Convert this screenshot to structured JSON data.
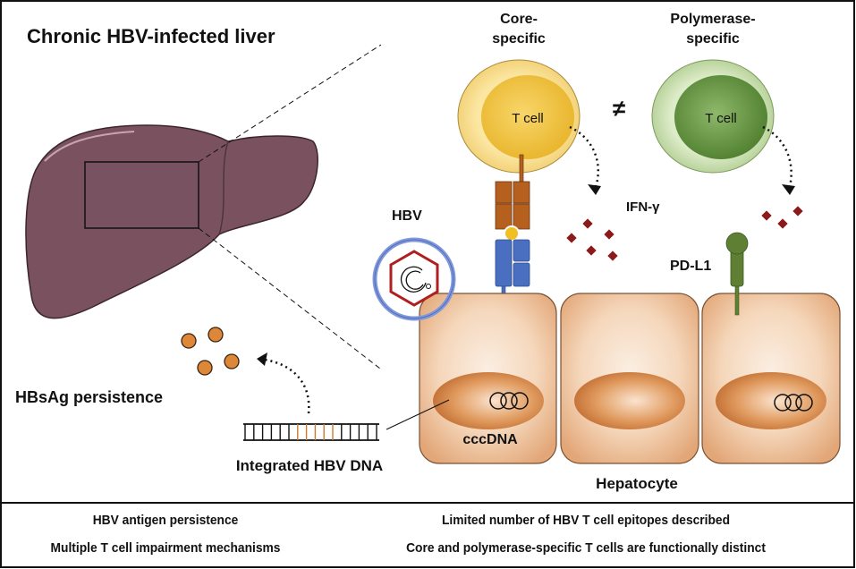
{
  "title": "Chronic HBV-infected liver",
  "labels": {
    "core_specific_line1": "Core-",
    "core_specific_line2": "specific",
    "polymerase_specific_line1": "Polymerase-",
    "polymerase_specific_line2": "specific",
    "t_cell_core": "T cell",
    "t_cell_polymerase": "T cell",
    "not_equal": "≠",
    "ifn_gamma": "IFN-γ",
    "hbv": "HBV",
    "pd_l1": "PD-L1",
    "hbsag_persistence": "HBsAg persistence",
    "integrated_hbv_dna": "Integrated HBV DNA",
    "cccdna": "cccDNA",
    "hepatocyte": "Hepatocyte"
  },
  "footer": {
    "left": [
      "HBV antigen persistence",
      "Multiple T cell impairment mechanisms"
    ],
    "right": [
      "Limited number of HBV T cell epitopes described",
      "Core and polymerase-specific T cells are functionally distinct"
    ]
  },
  "colors": {
    "liver": "#7a525f",
    "core_t_cell": "#f0c63a",
    "polymerase_t_cell": "#5f8f3e",
    "hepatocyte": "#f0c8a4",
    "nucleus": "#cc7a3c",
    "ifn_gamma": "#8b1a1a",
    "tcr": "#b5601f",
    "mhc": "#4a6fc0",
    "pd_l1": "#5e7f34",
    "hbsag": "#dd8838",
    "hbv_envelope": "#7f98dc",
    "hbv_capsid": "#b01f1f"
  }
}
